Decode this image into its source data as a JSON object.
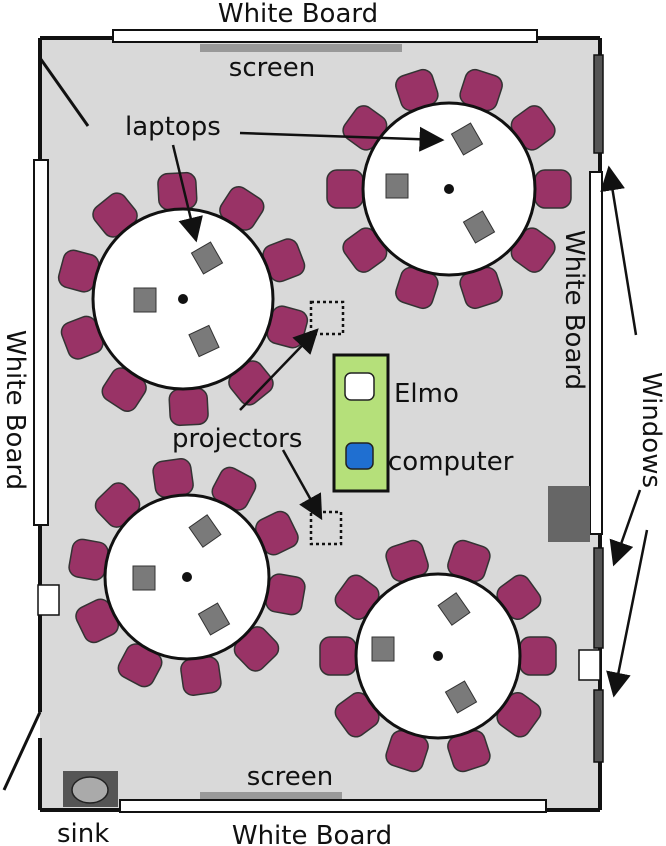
{
  "labels": {
    "whiteboard_top": "White Board",
    "whiteboard_bottom": "White Board",
    "whiteboard_left": "White Board",
    "whiteboard_right": "White Board",
    "screen_top": "screen",
    "screen_bottom": "screen",
    "laptops": "laptops",
    "projectors": "projectors",
    "elmo": "Elmo",
    "computer": "computer",
    "windows": "Windows",
    "sink": "sink"
  },
  "colors": {
    "floor": "#d9d9d9",
    "chair": "#993366",
    "table": "#ffffff",
    "laptop": "#7a7a7a",
    "cart": "#b5e07a",
    "elmo": "#ffffff",
    "computer": "#1f6fd1",
    "wall": "#111111"
  },
  "icons": [
    "round-table",
    "chair",
    "laptop",
    "projector",
    "sink-basin",
    "arrow"
  ]
}
